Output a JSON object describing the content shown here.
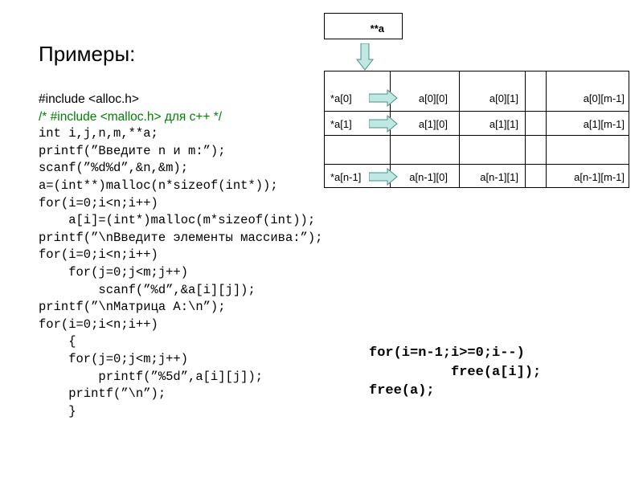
{
  "slide": {
    "title": "Примеры:",
    "code_lines": [
      "#include <alloc.h>",
      "/* #include <malloc.h> для с++ */",
      "int i,j,n,m,**a;",
      "printf(”Введите n и m:”);",
      "scanf(”%d%d”,&n,&m);",
      "a=(int**)malloc(n*sizeof(int*));",
      "for(i=0;i<n;i++)",
      "    a[i]=(int*)malloc(m*sizeof(int));",
      "printf(”\\nВведите элементы массива:”);",
      "for(i=0;i<n;i++)",
      "    for(j=0;j<m;j++)",
      "        scanf(”%d”,&a[i][j]);",
      "printf(”\\nМатрица А:\\n”);",
      "for(i=0;i<n;i++)",
      "    {",
      "    for(j=0;j<m;j++)",
      "        printf(”%5d”,a[i][j]);",
      "    printf(”\\n”);",
      "    }"
    ],
    "free_lines": [
      "for(i=n-1;i>=0;i--)",
      "          free(a[i]);",
      "free(a);"
    ]
  },
  "diagram": {
    "pointer_label": "**a",
    "rows": [
      {
        "ptr": "*a[0]",
        "c1": "a[0][0]",
        "c2": "a[0][1]",
        "c3": "a[0][m-1]"
      },
      {
        "ptr": "*a[1]",
        "c1": "a[1][0]",
        "c2": "a[1][1]",
        "c3": "a[1][m-1]"
      },
      {
        "ptr": "",
        "c1": "",
        "c2": "",
        "c3": ""
      },
      {
        "ptr": "*a[n-1]",
        "c1": "a[n-1][0]",
        "c2": "a[n-1][1]",
        "c3": "a[n-1][m-1]"
      }
    ],
    "arrow_fill": "#bfe8e2",
    "arrow_stroke": "#4a8f8a"
  }
}
